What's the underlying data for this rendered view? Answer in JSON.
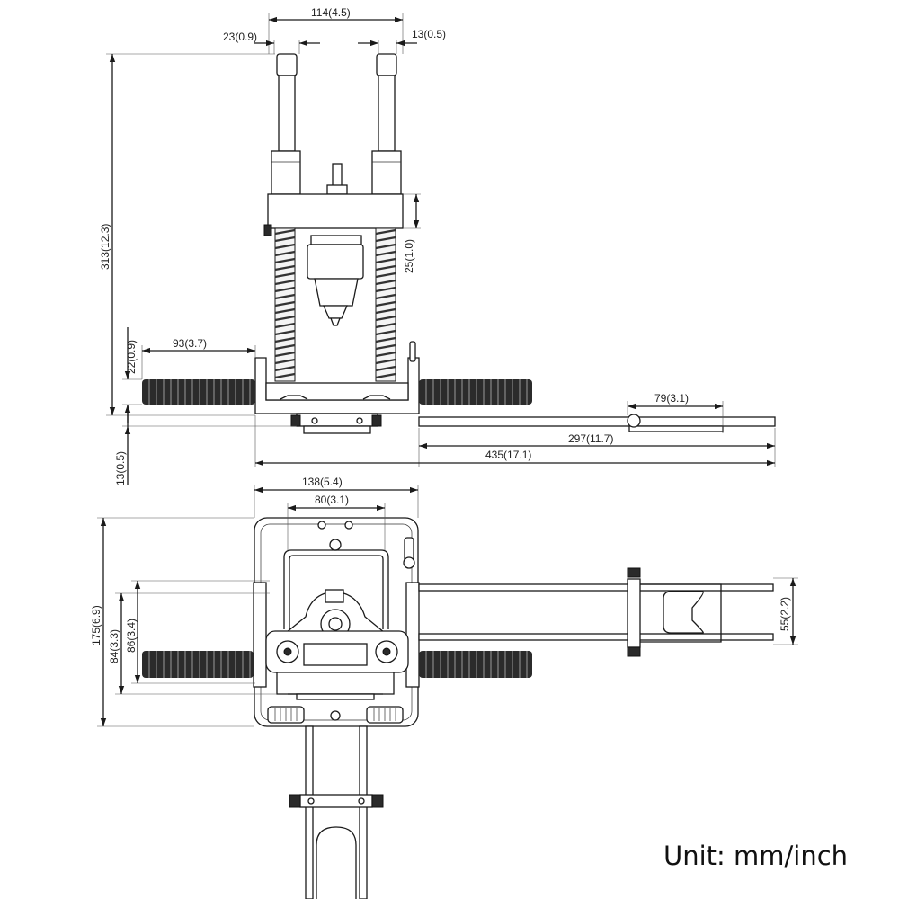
{
  "unit_label": "Unit: mm/inch",
  "dimensions": {
    "top_width": "114(4.5)",
    "rod_diameter": "23(0.9)",
    "rod_cap": "13(0.5)",
    "total_height": "313(12.3)",
    "collar_height": "25(1.0)",
    "handle_length": "93(3.7)",
    "base_height": "22(0.9)",
    "base_thickness": "13(0.5)",
    "guide_stop": "79(3.1)",
    "guide_rail": "297(11.7)",
    "overall_length": "435(17.1)",
    "base_width": "138(5.4)",
    "hole_spacing": "80(3.1)",
    "base_depth": "175(6.9)",
    "inner_a": "84(3.3)",
    "inner_b": "86(3.4)",
    "rail_spacing": "55(2.2)"
  }
}
